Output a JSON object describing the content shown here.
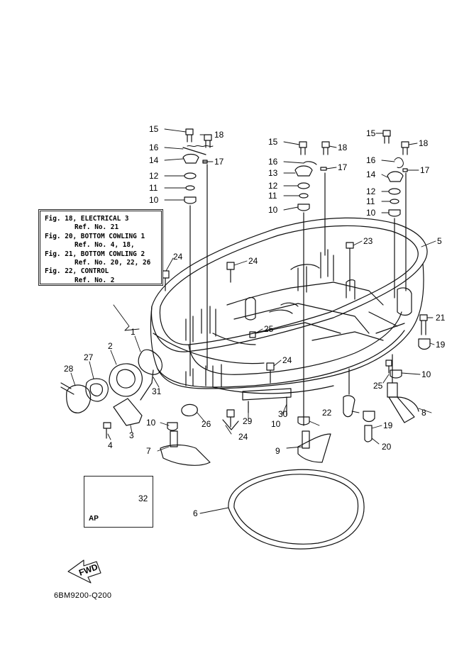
{
  "diagram_code": "6BM9200-Q200",
  "ref_box": {
    "lines": [
      {
        "text": "Fig. 18, ELECTRICAL 3",
        "indent": false
      },
      {
        "text": "Ref. No. 21",
        "indent": true
      },
      {
        "text": "Fig. 20, BOTTOM COWLING 1",
        "indent": false
      },
      {
        "text": "Ref. No. 4, 18,",
        "indent": true
      },
      {
        "text": "Fig. 21, BOTTOM COWLING 2",
        "indent": false
      },
      {
        "text": "Ref. No. 20, 22, 26",
        "indent": true
      },
      {
        "text": "Fig. 22, CONTROL",
        "indent": false
      },
      {
        "text": "Ref. No. 2",
        "indent": true
      }
    ]
  },
  "ap_box": {
    "label": "AP",
    "callout": "32"
  },
  "fwd_label": "FWD",
  "callouts": {
    "c1": "1",
    "c2": "2",
    "c3": "3",
    "c4": "4",
    "c5": "5",
    "c6": "6",
    "c7": "7",
    "c8": "8",
    "c9": "9",
    "c10a": "10",
    "c10b": "10",
    "c10c": "10",
    "c10d": "10",
    "c10e": "10",
    "c10f": "10",
    "c11a": "11",
    "c11b": "11",
    "c11c": "11",
    "c12a": "12",
    "c12b": "12",
    "c12c": "12",
    "c13": "13",
    "c14a": "14",
    "c14b": "14",
    "c15a": "15",
    "c15b": "15",
    "c15c": "15",
    "c16a": "16",
    "c16b": "16",
    "c16c": "16",
    "c17a": "17",
    "c17b": "17",
    "c17c": "17",
    "c18a": "18",
    "c18b": "18",
    "c18c": "18",
    "c19a": "19",
    "c19b": "19",
    "c20": "20",
    "c21": "21",
    "c22": "22",
    "c23": "23",
    "c24a": "24",
    "c24b": "24",
    "c24c": "24",
    "c24d": "24",
    "c25a": "25",
    "c25b": "25",
    "c26": "26",
    "c27": "27",
    "c28": "28",
    "c29": "29",
    "c30": "30",
    "c31": "31"
  }
}
